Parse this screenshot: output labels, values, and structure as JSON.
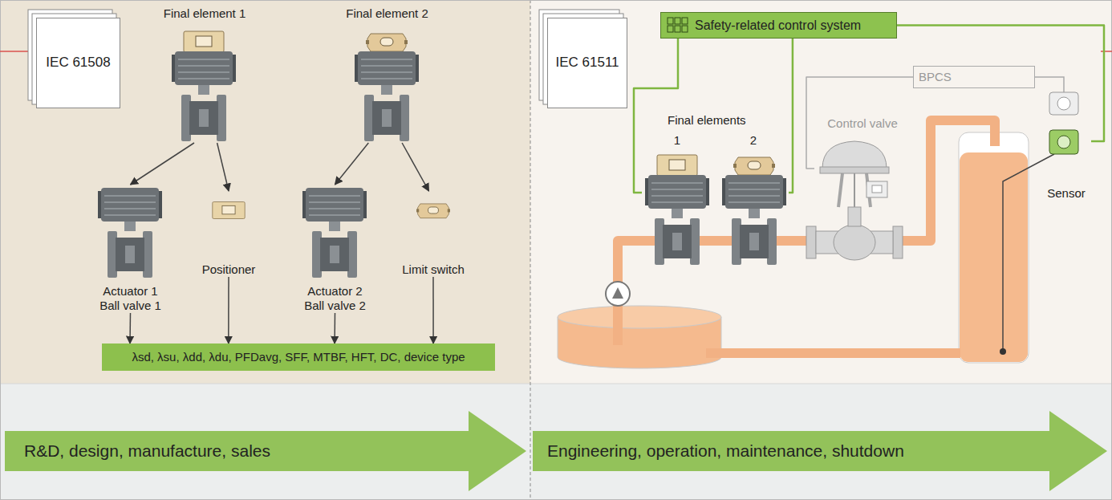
{
  "diagram": {
    "nodes": [
      {
        "text": [
          "IEC 61508"
        ]
      },
      {
        "text": [
          "Final element 1"
        ]
      },
      {
        "text": [
          "Final element 2"
        ]
      },
      {
        "text": [
          "Actuator 1 Ball valve 1"
        ]
      },
      {
        "text": [
          "Positioner"
        ]
      },
      {
        "text": [
          "Actuator 2 Ball valve 2"
        ]
      },
      {
        "text": [
          "Limit switch"
        ]
      },
      {
        "text": [
          "λsd, λsu, λdd, λdu, PFDavg, SFF, MTBF, HFT, DC, device type"
        ]
      },
      {
        "text": [
          "IEC 61511"
        ]
      },
      {
        "text": [
          "Safety-related control system"
        ]
      },
      {
        "text": [
          "BPCS"
        ]
      },
      {
        "text": [
          "1"
        ]
      },
      {
        "text": [
          "2"
        ]
      },
      {
        "text": [
          "Control valve"
        ]
      },
      {
        "text": [
          "Sensor"
        ]
      },
      {
        "text": [
          "R&D, design, manufacture, sales"
        ]
      },
      {
        "text": [
          "Engineering, operation, maintenance, shutdown"
        ]
      }
    ],
    "edges": [
      {
        "from": 1,
        "to": 3,
        "arrow": "to"
      },
      {
        "from": 1,
        "to": 4,
        "arrow": "to"
      },
      {
        "from": 2,
        "to": 5,
        "arrow": "to"
      },
      {
        "from": 2,
        "to": 6,
        "arrow": "to"
      },
      {
        "from": 3,
        "to": 7,
        "arrow": "to"
      },
      {
        "from": 4,
        "to": 7,
        "arrow": "to"
      },
      {
        "from": 5,
        "to": 7,
        "arrow": "to"
      },
      {
        "from": 6,
        "to": 7,
        "arrow": "to"
      },
      {
        "from": 9,
        "to": 11,
        "arrow": "none"
      },
      {
        "from": 9,
        "to": 12,
        "arrow": "none"
      },
      {
        "from": 9,
        "to": 14,
        "arrow": "none"
      },
      {
        "from": 10,
        "to": 13,
        "arrow": "none"
      }
    ],
    "labels": [
      "Final elements"
    ]
  }
}
